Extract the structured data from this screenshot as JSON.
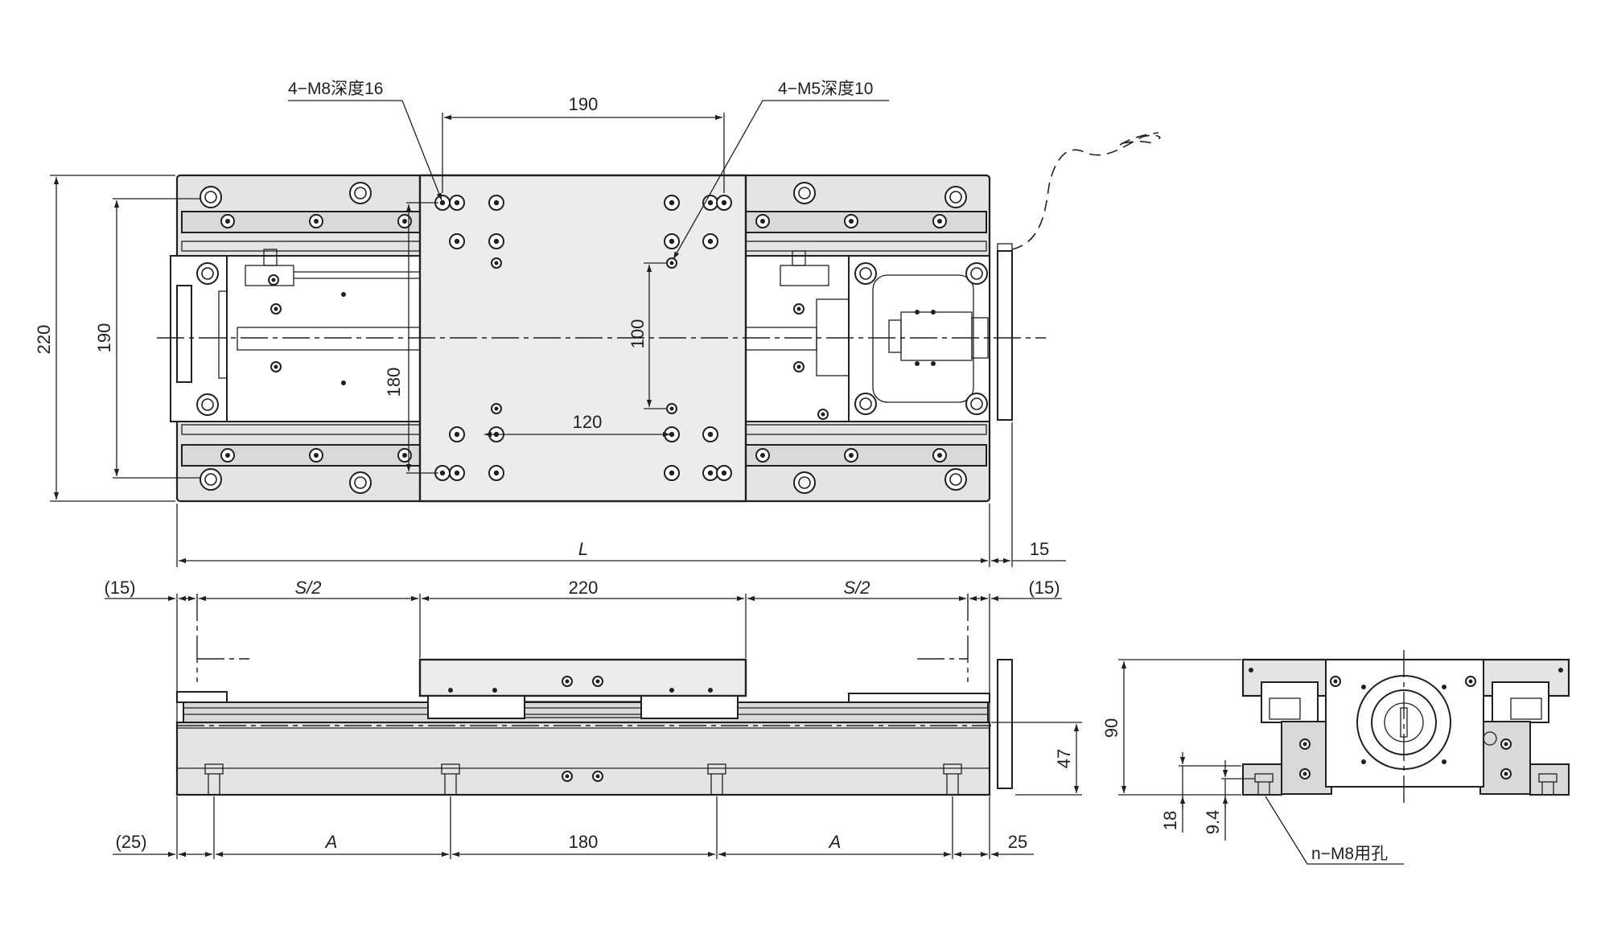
{
  "top_view": {
    "dims": {
      "width_220": "220",
      "width_190": "190",
      "hole_spacing_190": "190",
      "hole_spacing_100": "100",
      "hole_spacing_180": "180",
      "hole_spacing_120": "120",
      "length_L": "L",
      "motor_offset_15": "15"
    },
    "callouts": {
      "m8_holes": "4−M8深度16",
      "m5_holes": "4−M5深度10"
    }
  },
  "front_view": {
    "dims": {
      "left_15": "(15)",
      "stroke_half_left": "S/2",
      "table_220": "220",
      "stroke_half_right": "S/2",
      "right_15": "(15)",
      "height_47": "47",
      "left_25": "(25)",
      "pitch_A_left": "A",
      "pitch_180": "180",
      "pitch_A_right": "A",
      "right_25": "25"
    }
  },
  "side_view": {
    "dims": {
      "height_90": "90",
      "dim_18": "18",
      "dim_9_4": "9.4"
    },
    "callouts": {
      "mount_holes": "n−M8用孔"
    }
  }
}
